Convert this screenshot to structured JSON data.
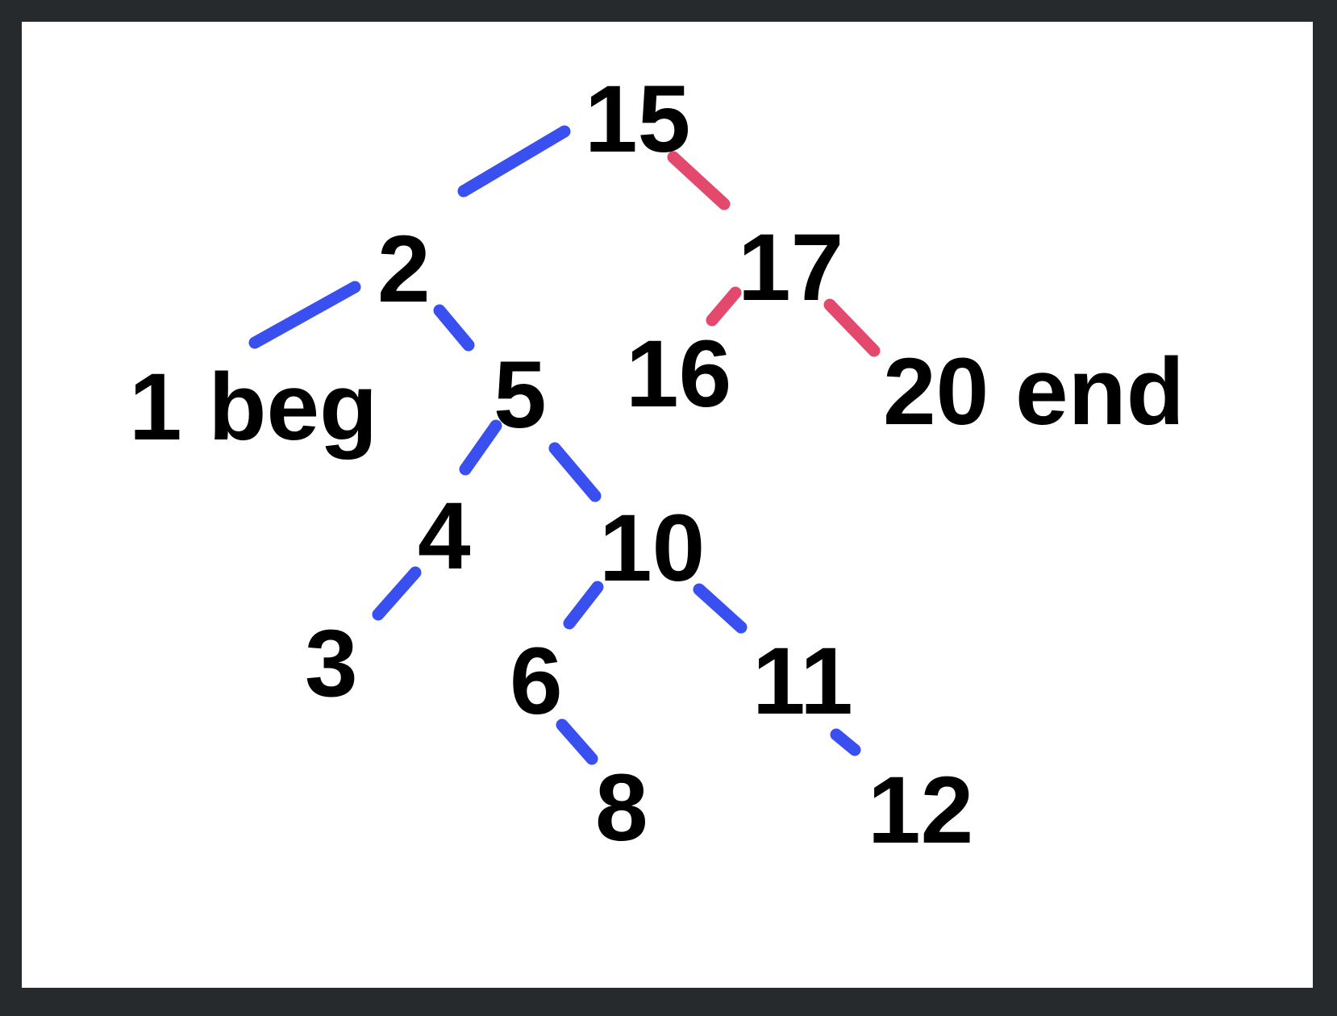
{
  "colors": {
    "background": "#262a2c",
    "canvas": "#ffffff",
    "text": "#000000",
    "edge_blue": "#3a4ff0",
    "edge_red": "#e2496c"
  },
  "nodes": [
    {
      "id": "n15",
      "label": "15"
    },
    {
      "id": "n2",
      "label": "2"
    },
    {
      "id": "n17",
      "label": "17"
    },
    {
      "id": "n1",
      "label": "1 beg"
    },
    {
      "id": "n5",
      "label": "5"
    },
    {
      "id": "n16",
      "label": "16"
    },
    {
      "id": "n20",
      "label": "20 end"
    },
    {
      "id": "n4",
      "label": "4"
    },
    {
      "id": "n10",
      "label": "10"
    },
    {
      "id": "n3",
      "label": "3"
    },
    {
      "id": "n6",
      "label": "6"
    },
    {
      "id": "n11",
      "label": "11"
    },
    {
      "id": "n8",
      "label": "8"
    },
    {
      "id": "n12",
      "label": "12"
    }
  ],
  "edges": [
    {
      "from": "n15",
      "to": "n2",
      "color": "blue"
    },
    {
      "from": "n15",
      "to": "n17",
      "color": "red"
    },
    {
      "from": "n2",
      "to": "n1",
      "color": "blue"
    },
    {
      "from": "n2",
      "to": "n5",
      "color": "blue"
    },
    {
      "from": "n17",
      "to": "n16",
      "color": "red"
    },
    {
      "from": "n17",
      "to": "n20",
      "color": "red"
    },
    {
      "from": "n5",
      "to": "n4",
      "color": "blue"
    },
    {
      "from": "n5",
      "to": "n10",
      "color": "blue"
    },
    {
      "from": "n4",
      "to": "n3",
      "color": "blue"
    },
    {
      "from": "n10",
      "to": "n6",
      "color": "blue"
    },
    {
      "from": "n10",
      "to": "n11",
      "color": "blue"
    },
    {
      "from": "n6",
      "to": "n8",
      "color": "blue"
    },
    {
      "from": "n11",
      "to": "n12",
      "color": "blue"
    }
  ]
}
